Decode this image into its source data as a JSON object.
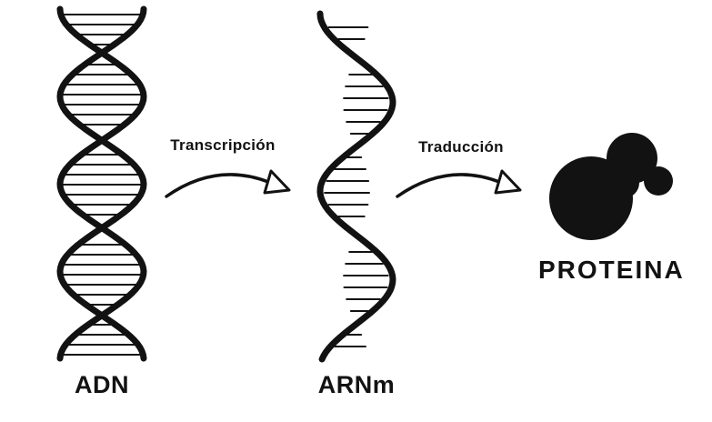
{
  "diagram": {
    "labels": {
      "dna": "ADN",
      "mrna": "ARNm",
      "protein": "PROTEINA"
    },
    "processes": {
      "transcription": "Transcripción",
      "translation": "Traducción"
    },
    "colors": {
      "ink": "#121212",
      "background": "#ffffff"
    },
    "icons": {
      "dna": "dna-double-helix-icon",
      "mrna": "mrna-strand-icon",
      "protein": "protein-blob-icon",
      "transcription_arrow": "curved-arrow-icon",
      "translation_arrow": "curved-arrow-icon"
    }
  }
}
